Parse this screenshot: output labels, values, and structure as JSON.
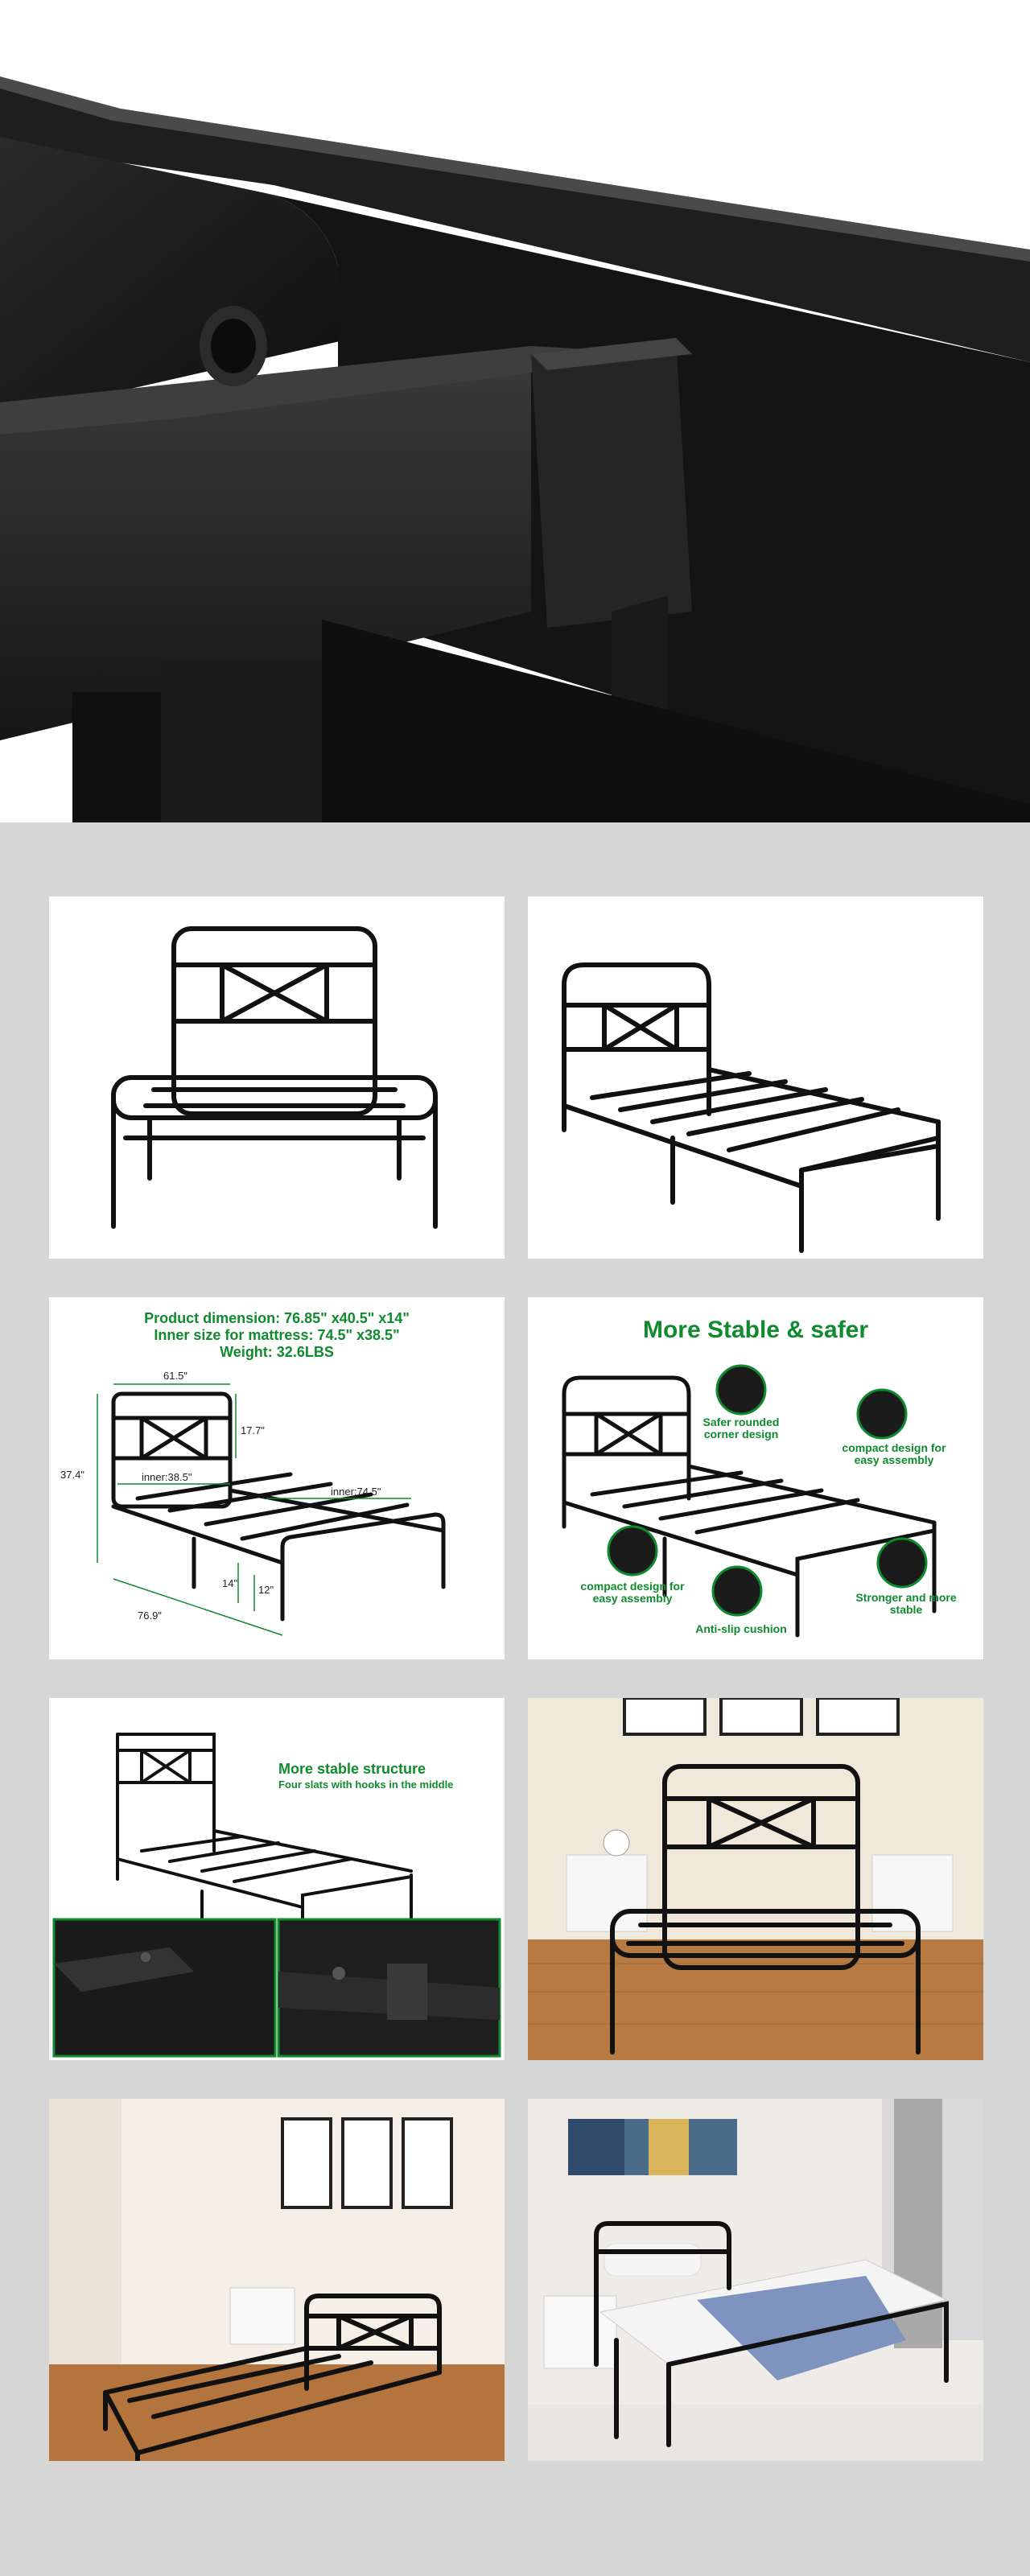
{
  "colors": {
    "accent_green": "#0f8a2e",
    "frame_black": "#111111",
    "background_gray": "#d6d6d6"
  },
  "dimension_panel": {
    "line1": "Product dimension: 76.85\" x40.5\" x14\"",
    "line2": "Inner size for mattress: 74.5\" x38.5\"",
    "line3": "Weight: 32.6LBS",
    "dims": {
      "width_top": "61.5\"",
      "head_height": "17.7\"",
      "total_height": "37.4\"",
      "inner_width": "inner:38.5\"",
      "inner_length": "inner:74.5\"",
      "clearance": "14\"",
      "leg": "12\"",
      "length": "76.9\""
    }
  },
  "stable_panel": {
    "title": "More Stable & safer",
    "callouts": {
      "rounded": "Safer rounded corner design",
      "compact_right": "compact design for easy assembly",
      "compact_left": "compact design for easy assembly",
      "cushion": "Anti-slip cushion",
      "stronger": "Stronger and more stable"
    }
  },
  "structure_panel": {
    "title": "More stable structure",
    "subtitle": "Four slats with hooks in the middle"
  }
}
